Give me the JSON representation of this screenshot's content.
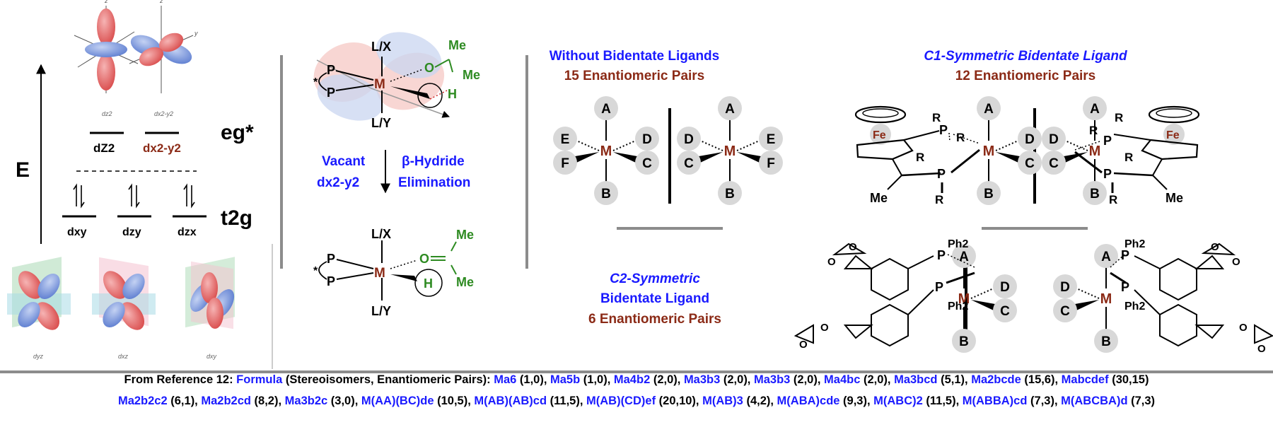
{
  "colors": {
    "blue": "#1a1aff",
    "brown": "#8b2a16",
    "green": "#2e8b22",
    "gray": "#8c8c8c",
    "circle": "#d8d8d8"
  },
  "energy": {
    "axis": "E",
    "eg": "eg*",
    "t2g": "t2g",
    "orb_dz2": "dZ2",
    "orb_dx2y2": "dx2-y2",
    "orb_dxy": "dxy",
    "orb_dzy": "dzy",
    "orb_dzx": "dzx",
    "sm_dz2": "dz2",
    "sm_dx2y2": "dx2-y2",
    "sm_dyz": "dyz",
    "sm_dxz": "dxz",
    "sm_dxy": "dxy"
  },
  "mechanism": {
    "lx": "L/X",
    "ly": "L/Y",
    "m": "M",
    "p": "P",
    "o": "O",
    "h": "H",
    "me": "Me",
    "star": "*",
    "vacant": "Vacant",
    "vacant_orb": "dx2-y2",
    "beta1": "β-Hydride",
    "beta2": "Elimination"
  },
  "panels": {
    "without_title": "Without Bidentate Ligands",
    "without_pairs": "15 Enantiomeric Pairs",
    "c1_title": "C1-Symmetric Bidentate Ligand",
    "c1_pairs": "12 Enantiomeric Pairs",
    "c2_title_1": "C2-Symmetric",
    "c2_title_2": "Bidentate Ligand",
    "c2_pairs": "6 Enantiomeric Pairs",
    "fe": "Fe",
    "r": "R",
    "ph2": "Ph2",
    "A": "A",
    "B": "B",
    "C": "C",
    "D": "D",
    "E": "E",
    "F": "F"
  },
  "footer": {
    "intro": "From Reference 12:",
    "formula": "Formula",
    "desc": "(Stereoisomers, Enantiomeric Pairs):",
    "line1": [
      {
        "f": "Ma6",
        "v": "(1,0)"
      },
      {
        "f": "Ma5b",
        "v": "(1,0)"
      },
      {
        "f": "Ma4b2",
        "v": "(2,0)"
      },
      {
        "f": "Ma3b3",
        "v": "(2,0)"
      },
      {
        "f": "Ma3b3",
        "v": "(2,0)"
      },
      {
        "f": "Ma4bc",
        "v": "(2,0)"
      },
      {
        "f": "Ma3bcd",
        "v": "(5,1)"
      },
      {
        "f": "Ma2bcde",
        "v": "(15,6)"
      },
      {
        "f": "Mabcdef",
        "v": "(30,15)"
      }
    ],
    "line2": [
      {
        "f": "Ma2b2c2",
        "v": "(6,1)"
      },
      {
        "f": "Ma2b2cd",
        "v": "(8,2)"
      },
      {
        "f": "Ma3b2c",
        "v": "(3,0)"
      },
      {
        "f": "M(AA)(BC)de",
        "v": "(10,5)"
      },
      {
        "f": "M(AB)(AB)cd",
        "v": "(11,5)"
      },
      {
        "f": "M(AB)(CD)ef",
        "v": "(20,10)"
      },
      {
        "f": "M(AB)3",
        "v": "(4,2)"
      },
      {
        "f": "M(ABA)cde",
        "v": "(9,3)"
      },
      {
        "f": "M(ABC)2",
        "v": "(11,5)"
      },
      {
        "f": "M(ABBA)cd",
        "v": "(7,3)"
      },
      {
        "f": "M(ABCBA)d",
        "v": "(7,3)"
      }
    ]
  }
}
